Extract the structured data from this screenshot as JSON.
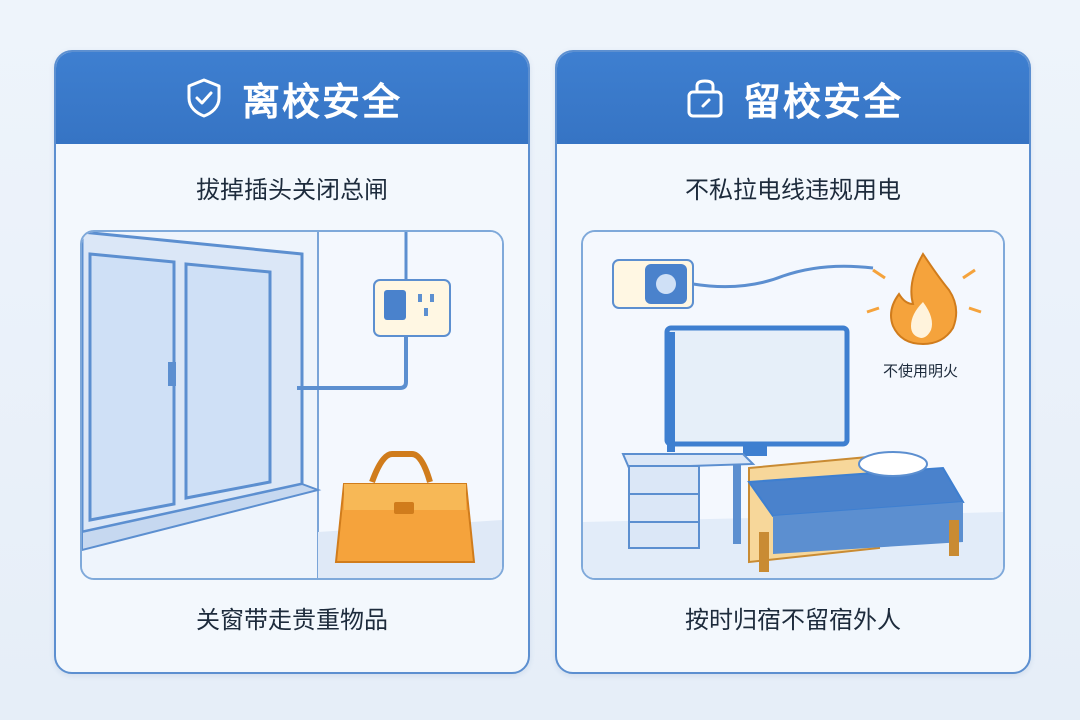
{
  "left_panel": {
    "title": "离校安全",
    "top_text": "拔掉插头关闭总闸",
    "bottom_text": "关窗带走贵重物品"
  },
  "right_panel": {
    "title": "留校安全",
    "top_text": "不私拉电线违规用电",
    "bottom_text": "按时归宿不留宿外人",
    "fire_label": "不使用明火"
  },
  "colors": {
    "header_blue": "#3e7fd0",
    "border_blue": "#5c8fd0",
    "accent_orange": "#f5a33c"
  },
  "icons": {
    "left_header": "shield-check-icon",
    "right_header": "lock-icon"
  }
}
